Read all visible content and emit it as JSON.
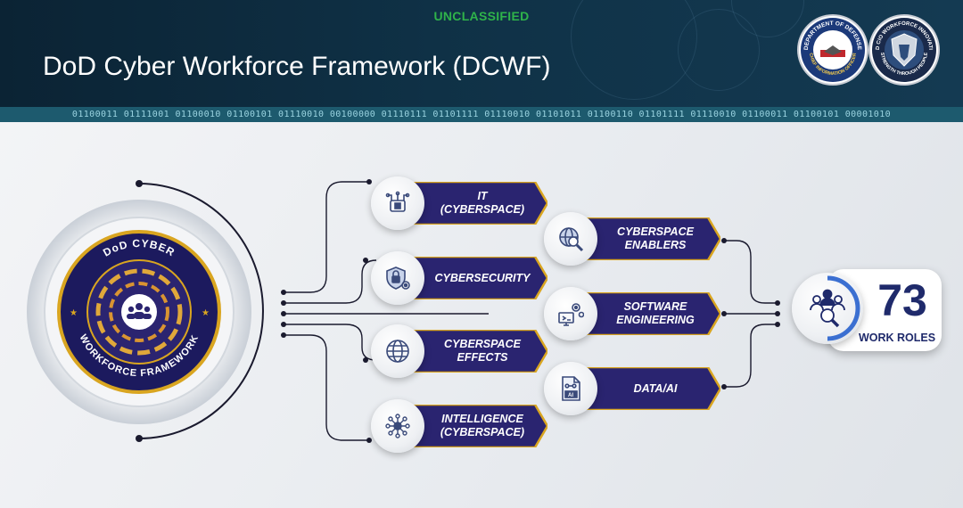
{
  "header": {
    "classification": "UNCLASSIFIED",
    "title": "DoD Cyber Workforce Framework (DCWF)",
    "binary": "01100011 01111001 01100010 01100101 01110010 00100000 01110111 01101111 01110010 01101011 01100110 01101111 01110010 01100011 01100101 00001010"
  },
  "seals": {
    "cio_top": "DEPARTMENT OF DEFENSE",
    "cio_bottom": "CHIEF INFORMATION OFFICER",
    "innovation_top": "DOD CIO WORKFORCE INNOVATION",
    "innovation_bottom": "STRENGTH THROUGH PEOPLE"
  },
  "emblem": {
    "top": "DoD     CYBER",
    "bottom": "WORKFORCE   FRAMEWORK"
  },
  "left_column": [
    {
      "label": "IT\n(CYBERSPACE)",
      "icon": "network-monitor-icon"
    },
    {
      "label": "CYBERSECURITY",
      "icon": "shield-lock-gear-icon"
    },
    {
      "label": "CYBERSPACE\nEFFECTS",
      "icon": "globe-icon"
    },
    {
      "label": "INTELLIGENCE\n(CYBERSPACE)",
      "icon": "network-nodes-icon"
    }
  ],
  "right_column": [
    {
      "label": "CYBERSPACE\nENABLERS",
      "icon": "globe-magnifier-icon"
    },
    {
      "label": "SOFTWARE\nENGINEERING",
      "icon": "monitor-gears-icon"
    },
    {
      "label": "DATA/AI",
      "icon": "ai-document-icon"
    }
  ],
  "work_roles": {
    "count": "73",
    "label": "WORK ROLES",
    "icon": "people-magnifier-icon"
  },
  "colors": {
    "banner": "#2a2470",
    "banner_border": "#d9a520",
    "accent_blue": "#1f2a6b",
    "green": "#2fb34a"
  }
}
